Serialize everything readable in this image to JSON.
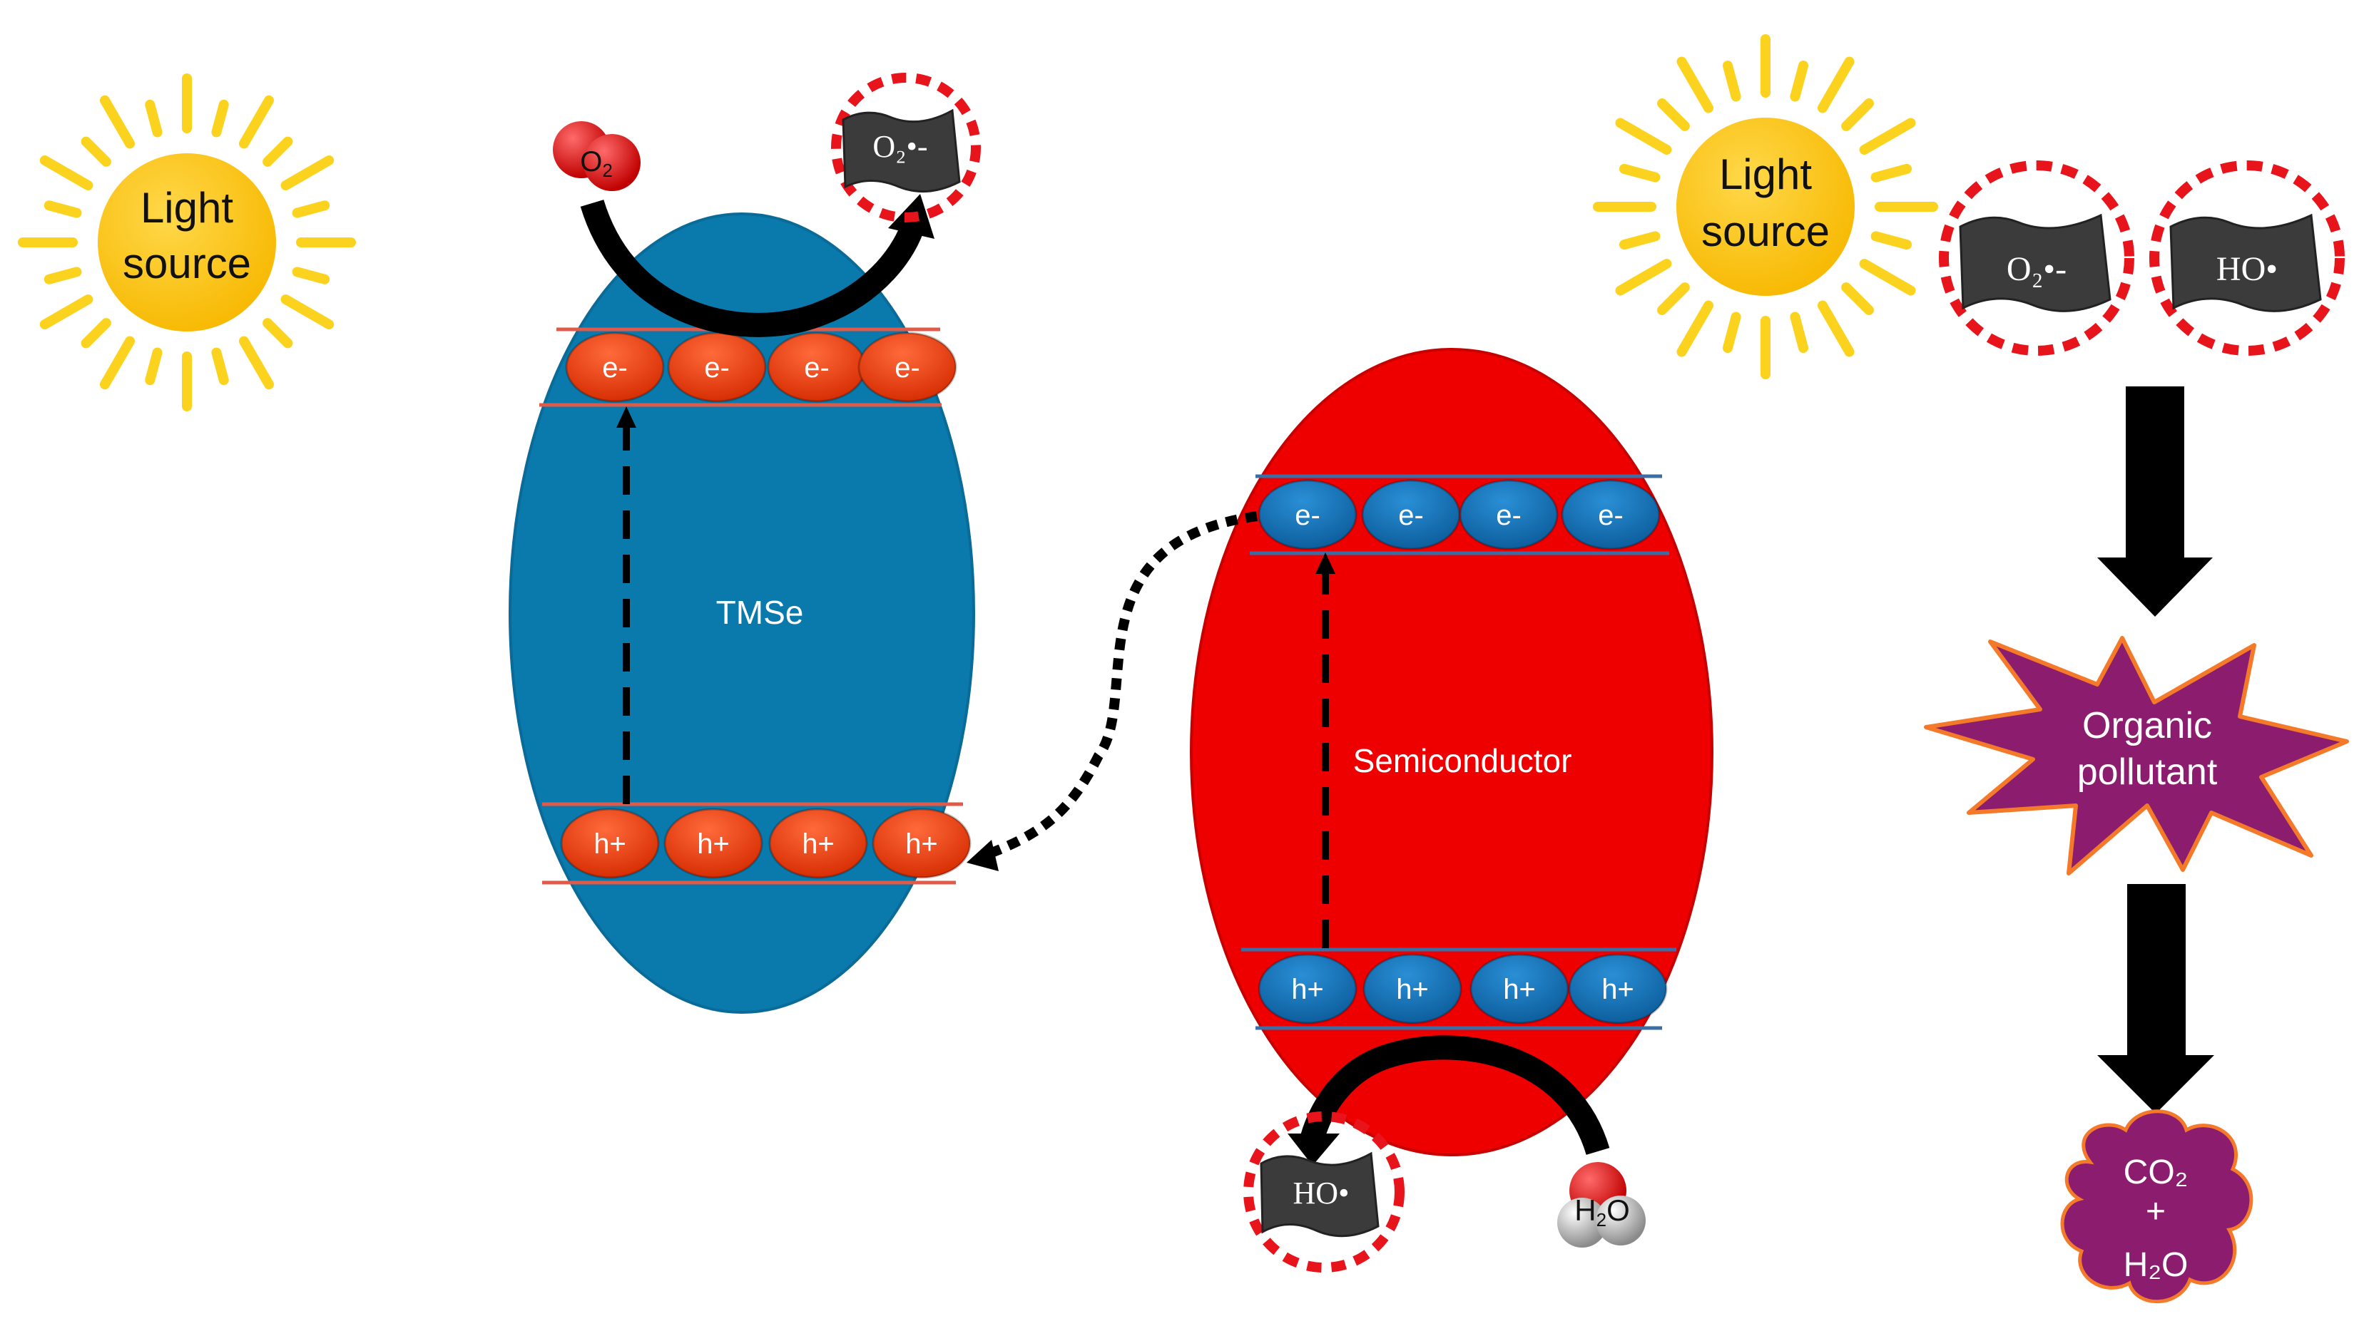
{
  "light_left": {
    "line1": "Light",
    "line2": "source"
  },
  "light_right": {
    "line1": "Light",
    "line2": "source"
  },
  "o2": {
    "base": "O",
    "sub": "2"
  },
  "superoxide": {
    "label": "O₂•-"
  },
  "hydroxyl": {
    "label": "HO•"
  },
  "water": {
    "base": "H",
    "sub": "2",
    "tail": "O"
  },
  "tmse": {
    "label": "TMSe",
    "electrons": [
      "e-",
      "e-",
      "e-",
      "e-"
    ],
    "holes": [
      "h+",
      "h+",
      "h+",
      "h+"
    ]
  },
  "semiconductor": {
    "label": "Semiconductor",
    "electrons": [
      "e-",
      "e-",
      "e-",
      "e-"
    ],
    "holes": [
      "h+",
      "h+",
      "h+",
      "h+"
    ]
  },
  "pathway": {
    "radical_1": "O₂•-",
    "radical_2": "HO•",
    "pollutant_line1": "Organic",
    "pollutant_line2": "pollutant",
    "product_line1": "CO₂",
    "product_line2": "+",
    "product_line3": "H₂O"
  },
  "colors": {
    "tmse_body": "#0a7aad",
    "semiconductor_body": "#ee0000",
    "electron_red": "#f03a10",
    "electron_blue": "#1573b5",
    "sun_core": "#ffc400",
    "sun_ray": "#fbd31f",
    "pollutant": "#8b1c6e",
    "pollutant_edge": "#f47a2a",
    "radical_dark": "#3b3b3b",
    "dash_red": "#e8141c"
  }
}
